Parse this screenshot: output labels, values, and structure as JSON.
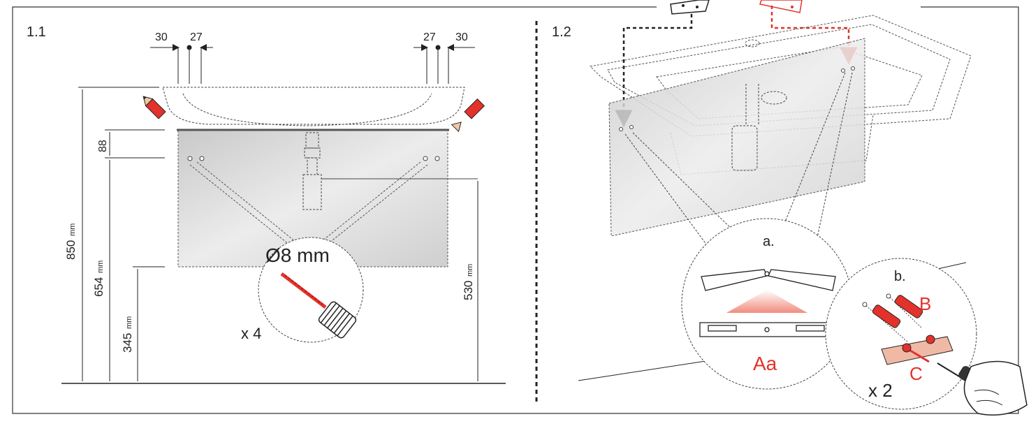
{
  "panel_1": {
    "step": "1.1",
    "top_dims": {
      "left_a": "30",
      "left_b": "27",
      "right_b": "27",
      "right_a": "30"
    },
    "dim_88": "88",
    "dim_850_num": "850",
    "dim_850_unit": "mm",
    "dim_654_num": "654",
    "dim_654_unit": "mm",
    "dim_345_num": "345",
    "dim_345_unit": "mm",
    "dim_530_num": "530",
    "dim_530_unit": "mm",
    "drill_size": "Ø8 mm",
    "hole_count": "x 4"
  },
  "panel_2": {
    "step": "1.2",
    "detail_a_label": "a.",
    "detail_a_part": "Aa",
    "detail_b_label": "b.",
    "detail_b_part_b": "B",
    "detail_b_part_c": "C",
    "detail_b_count": "x 2"
  },
  "colors": {
    "accent_red": "#e3322b",
    "panel_gray": "#d9d9d9",
    "line": "#222222"
  },
  "icons": [
    "pencil-icon",
    "drill-bit-icon",
    "screwdriver-hand-icon",
    "wall-plug-icon",
    "bracket-icon"
  ]
}
